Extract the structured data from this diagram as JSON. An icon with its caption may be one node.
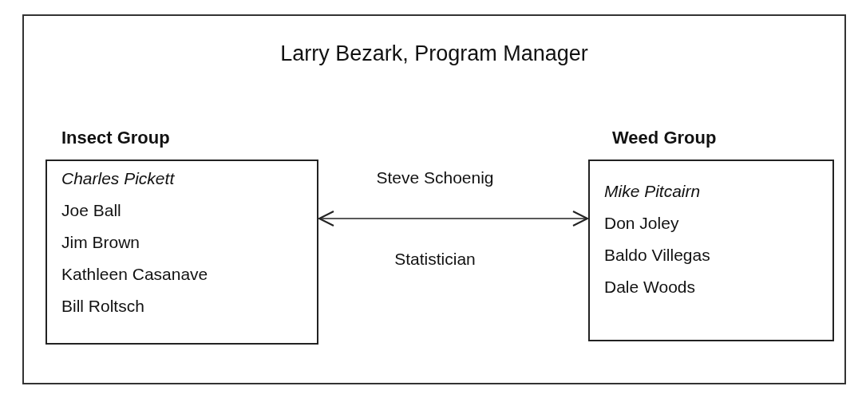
{
  "diagram": {
    "title": "Larry Bezark, Program Manager",
    "nodes": [
      {
        "text": [
          "Insect Group",
          "Charles Pickett",
          "Joe Ball",
          "Jim Brown",
          "Kathleen Casanave",
          "Bill Roltsch"
        ]
      },
      {
        "text": [
          "Weed Group",
          "Mike Pitcairn",
          "Don Joley",
          "Baldo Villegas",
          "Dale Woods"
        ]
      }
    ],
    "edges": [
      {
        "from": 0,
        "to": 1,
        "arrow": "both"
      }
    ],
    "labels": [
      "Steve Schoenig",
      "Statistician"
    ]
  }
}
